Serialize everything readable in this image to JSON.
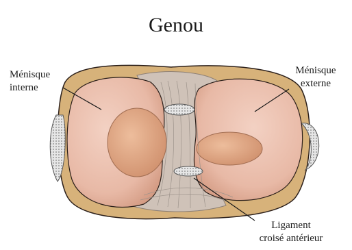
{
  "title": "Genou",
  "labels": {
    "menisque_interne": [
      "Ménisque",
      "interne"
    ],
    "menisque_externe": [
      "Ménisque",
      "externe"
    ],
    "ligament": [
      "Ligament",
      "croisé antérieur"
    ]
  },
  "colors": {
    "bone_rim": "#d7b27a",
    "meniscus": "#e8b9a6",
    "cartilage": "#dca07f",
    "ligament": "#cfc2b8",
    "tendon": "#d9d9d9",
    "outline": "#2b1f1a"
  }
}
